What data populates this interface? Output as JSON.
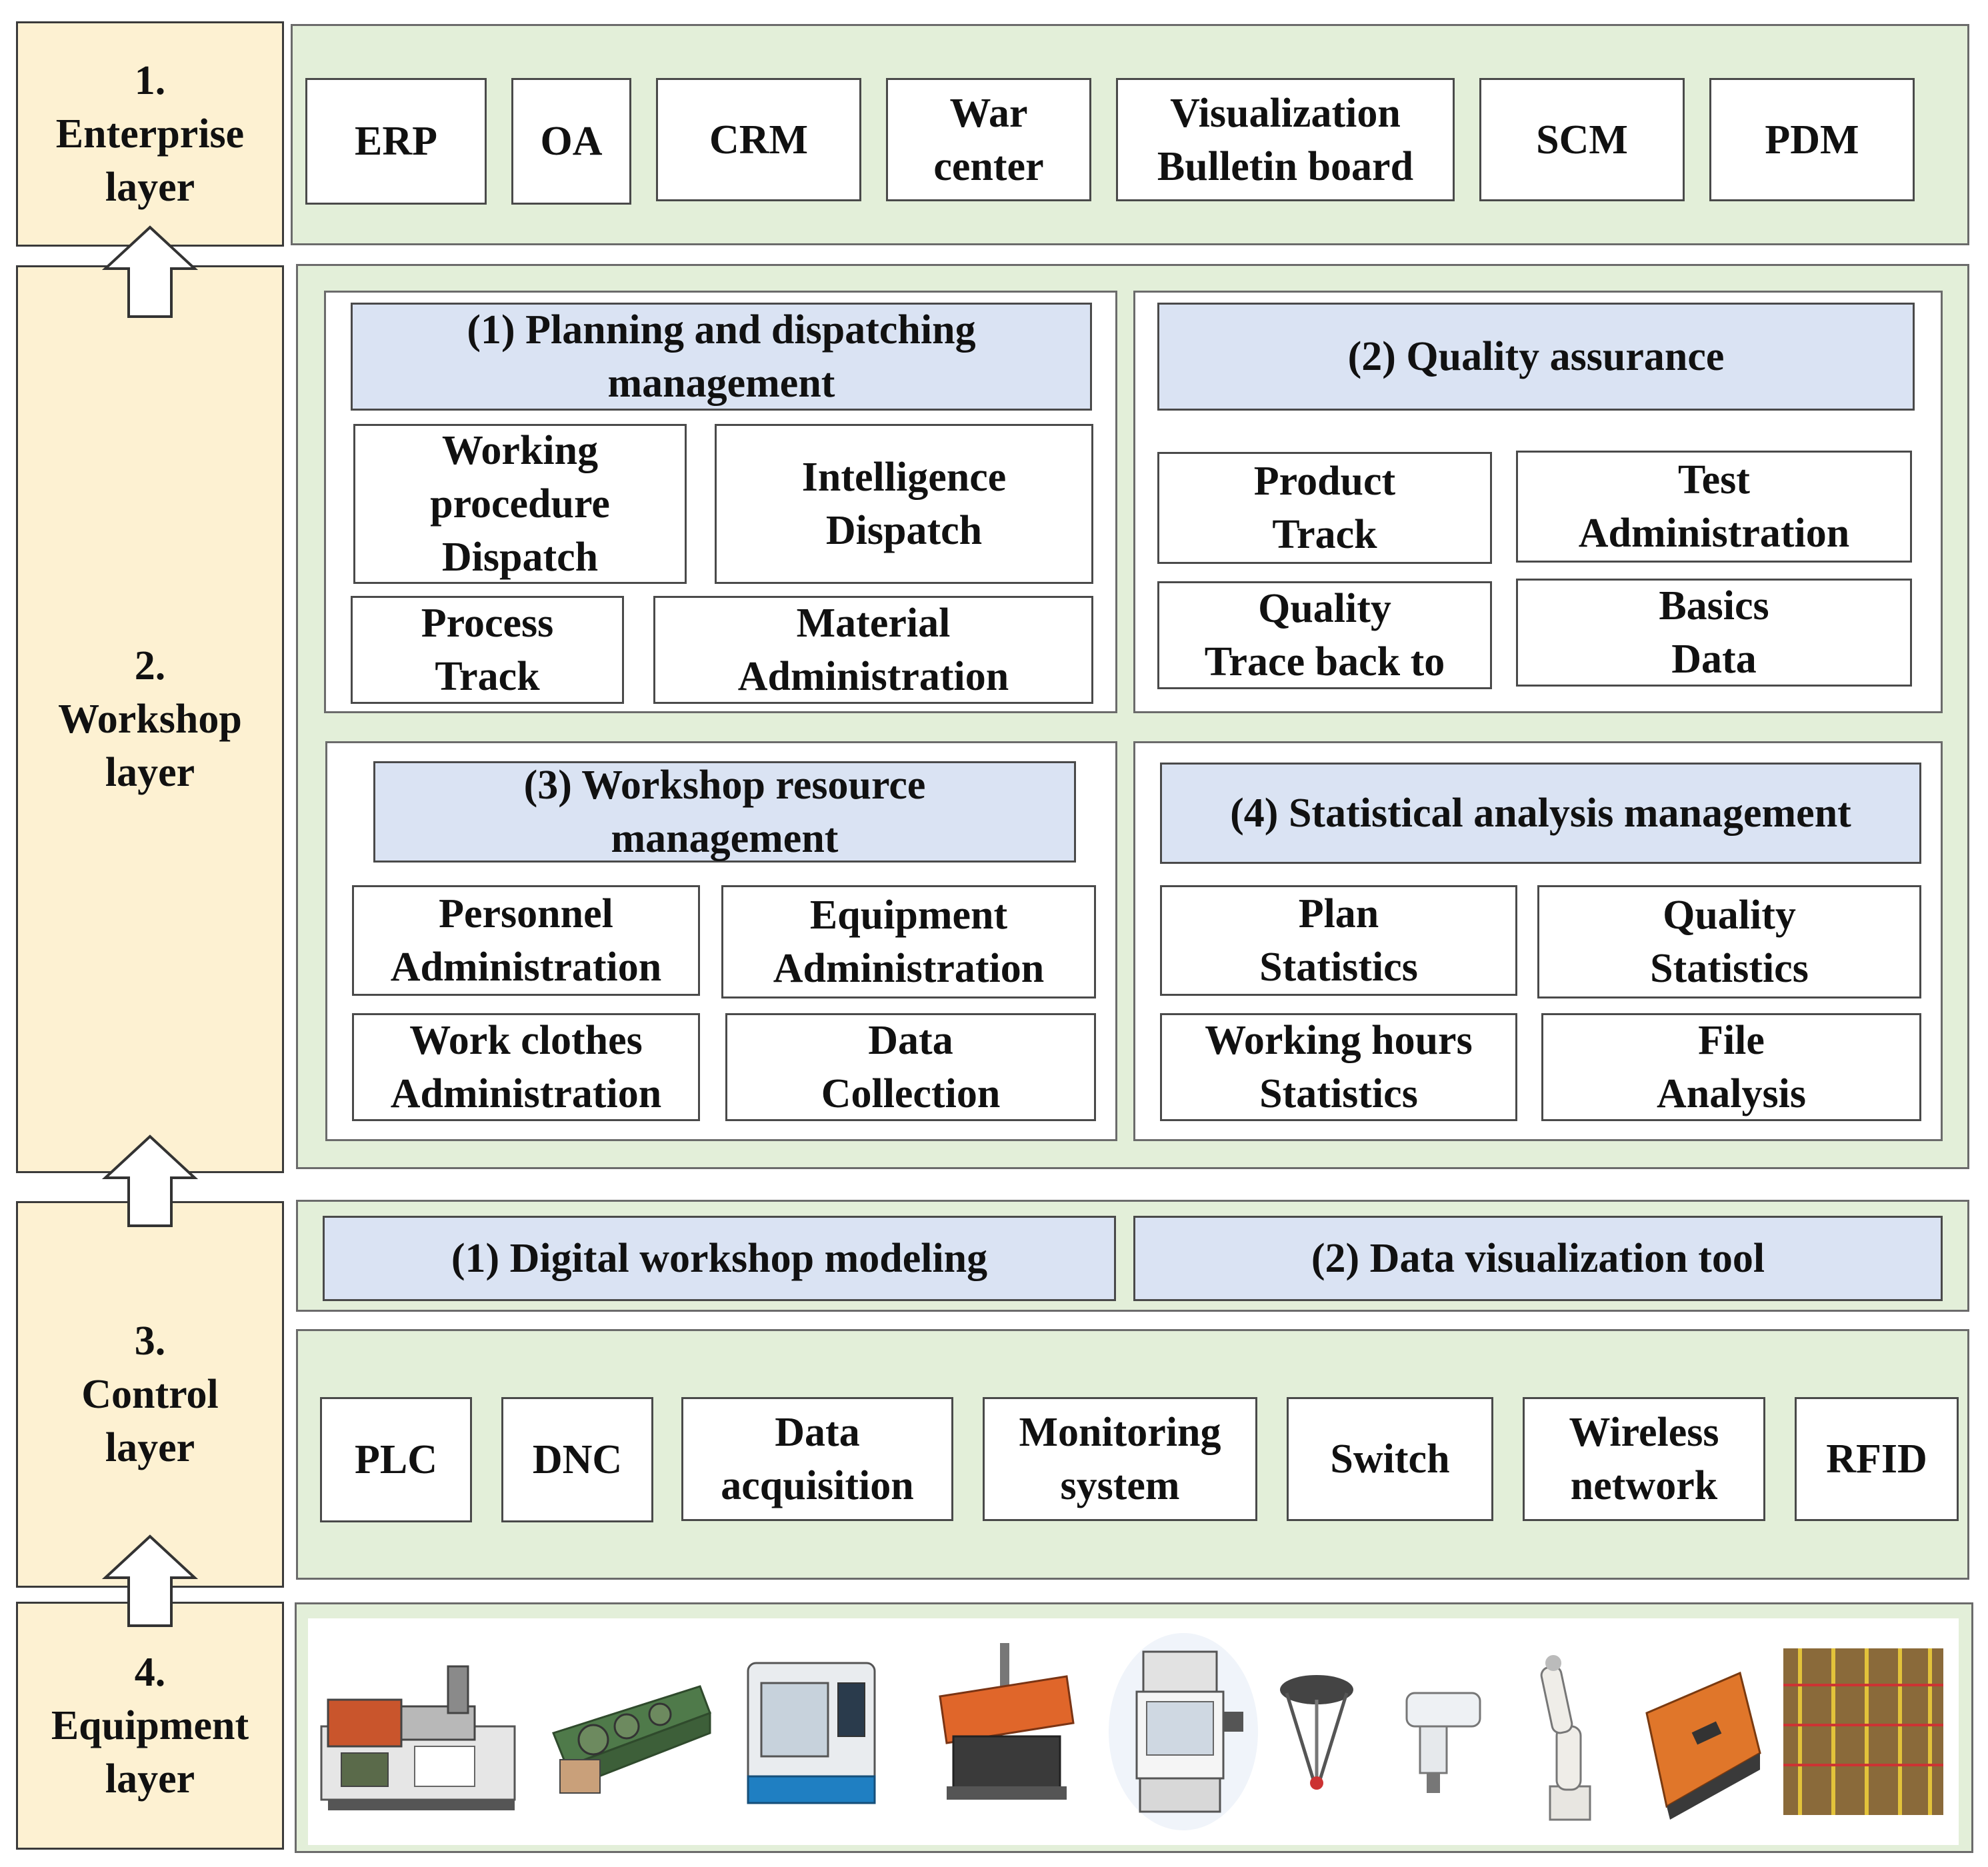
{
  "layers": {
    "enterprise": "1.\nEnterprise\nlayer",
    "workshop": "2.\nWorkshop\nlayer",
    "control": "3.\nControl\nlayer",
    "equipment": "4.\nEquipment\nlayer"
  },
  "enterprise_systems": [
    "ERP",
    "OA",
    "CRM",
    "War\ncenter",
    "Visualization\nBulletin board",
    "SCM",
    "PDM"
  ],
  "workshop": {
    "planning": {
      "title": "(1) Planning and dispatching\nmanagement",
      "items": [
        "Working\nprocedure\nDispatch",
        "Intelligence\nDispatch",
        "Process\nTrack",
        "Material\nAdministration"
      ]
    },
    "quality": {
      "title": "(2) Quality assurance",
      "items": [
        "Product\nTrack",
        "Test\nAdministration",
        "Quality\nTrace back to",
        "Basics\nData"
      ]
    },
    "resource": {
      "title": "(3) Workshop resource\nmanagement",
      "items": [
        "Personnel\nAdministration",
        "Equipment\nAdministration",
        "Work clothes\nAdministration",
        "Data\nCollection"
      ]
    },
    "statistics": {
      "title": "(4) Statistical analysis management",
      "items": [
        "Plan\nStatistics",
        "Quality\nStatistics",
        "Working hours\nStatistics",
        "File\nAnalysis"
      ]
    }
  },
  "control_tools": [
    "(1) Digital workshop modeling",
    "(2) Data visualization tool"
  ],
  "control_devices": [
    "PLC",
    "DNC",
    "Data\nacquisition",
    "Monitoring\nsystem",
    "Switch",
    "Wireless\nnetwork",
    "RFID"
  ],
  "equipment_images": [
    "injection-molding-machine",
    "roll-forming-machine",
    "cnc-lathe",
    "band-saw-machine",
    "automated-inspection-cell",
    "delta-robot",
    "scara-robot",
    "articulated-robot-arm",
    "agv-vehicle",
    "automated-warehouse-rack"
  ],
  "colors": {
    "layer_label_fill": "#fdf1d2",
    "panel_fill": "#e3efd9",
    "header_fill": "#dae3f3"
  }
}
